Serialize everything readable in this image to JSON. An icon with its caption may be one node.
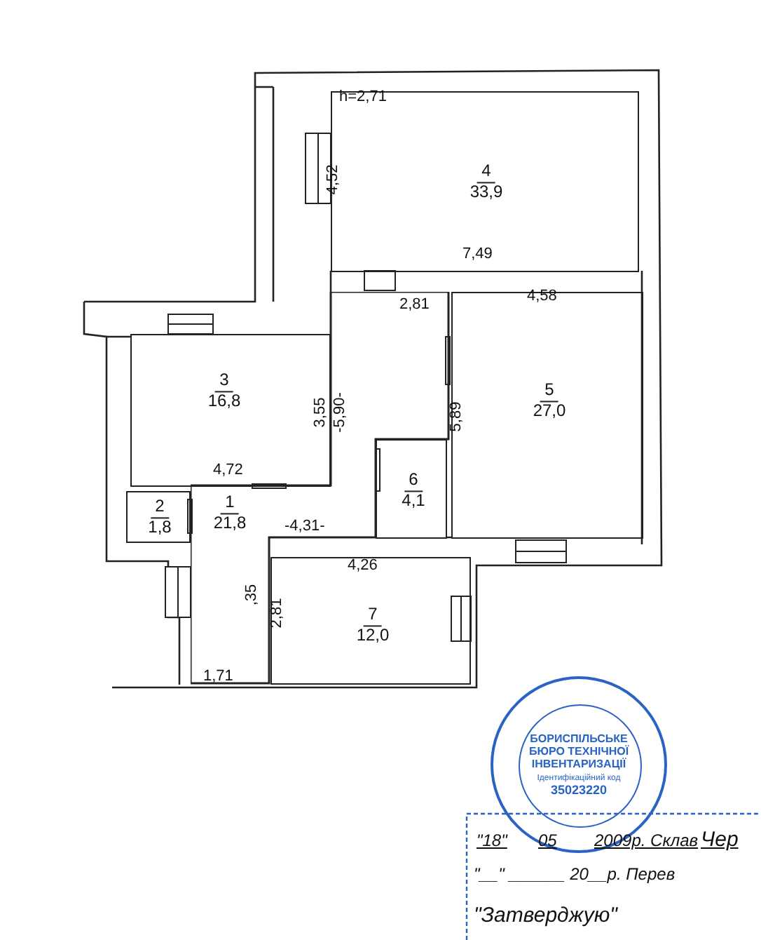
{
  "diagram": {
    "nodes": [
      {
        "text": [
          "4",
          "33,9"
        ]
      },
      {
        "text": [
          "1",
          "21,8"
        ]
      },
      {
        "text": [
          "3",
          "16,8"
        ]
      },
      {
        "text": [
          "5",
          "27,0"
        ]
      },
      {
        "text": [
          "6",
          "4,1"
        ]
      },
      {
        "text": [
          "2",
          "1,8"
        ]
      },
      {
        "text": [
          "7",
          "12,0"
        ]
      },
      {
        "text": [
          "БОРИСПІЛЬСЬКЕ БЮРО ТЕХНІЧНОЇ ІНВЕНТАРИЗАЦІЇ",
          "Ідентифікаційний код",
          "35023220"
        ]
      }
    ],
    "labels": [
      "h=2,71",
      "4,52",
      "7,49",
      "2,81",
      "4,58",
      "3,55",
      "-5,90-",
      "5,89",
      "4,72",
      "-4,31-",
      "4,26",
      ",35",
      "2,81",
      "1,71",
      "\"18\"",
      "05",
      "2009р. Склав",
      "Чер",
      "\"__\" ______ 20__р. Перев",
      "\"Затверджую\""
    ]
  }
}
